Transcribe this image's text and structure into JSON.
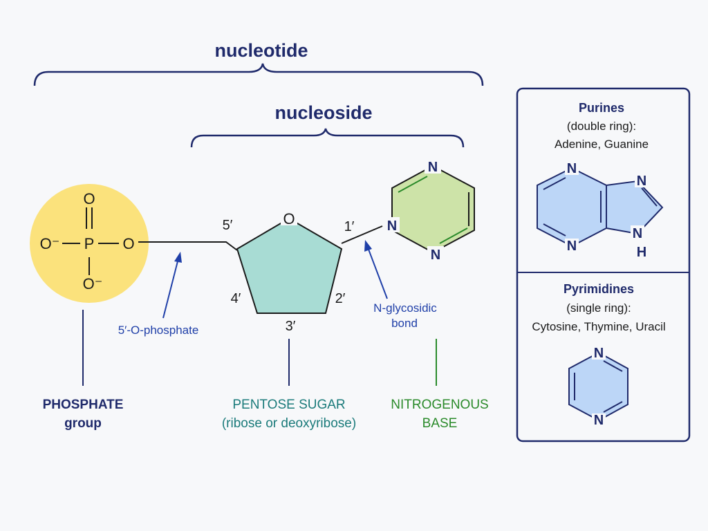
{
  "colors": {
    "navy": "#1f2a6b",
    "phosphate_fill": "#fbe27c",
    "sugar_fill": "#a8dcd4",
    "base_fill": "#cde3a8",
    "ring_fill": "#bcd6f7",
    "teal_text": "#1a7a7a",
    "green_text": "#2a8a2a",
    "arrow_blue": "#1f3fa8"
  },
  "brackets": {
    "nucleotide": "nucleotide",
    "nucleoside": "nucleoside"
  },
  "phosphate": {
    "atom_top_o": "O",
    "atom_left_o": "O⁻",
    "atom_p": "P",
    "atom_right_o": "O",
    "atom_bottom_o": "O⁻",
    "caption_line1": "PHOSPHATE",
    "caption_line2": "group"
  },
  "sugar": {
    "ring_o": "O",
    "pos_5": "5′",
    "pos_4": "4′",
    "pos_3": "3′",
    "pos_2": "2′",
    "pos_1": "1′",
    "caption_line1": "PENTOSE SUGAR",
    "caption_line2": "(ribose or deoxyribose)"
  },
  "base": {
    "n_top": "N",
    "n_left": "N",
    "n_bottom": "N",
    "caption_line1": "NITROGENOUS",
    "caption_line2": "BASE"
  },
  "annotations": {
    "phosphate_link": "5′-O-phosphate",
    "glycosidic_line1": "N-glycosidic",
    "glycosidic_line2": "bond"
  },
  "panel_purines": {
    "title": "Purines",
    "subtitle": "(double ring):",
    "examples": "Adenine, Guanine",
    "n_top": "N",
    "n_bottom": "N",
    "n_right_top": "N",
    "n_right_bottom": "N",
    "h_label": "H"
  },
  "panel_pyrimidines": {
    "title": "Pyrimidines",
    "subtitle": "(single ring):",
    "examples": "Cytosine, Thymine, Uracil",
    "n_top": "N",
    "n_bottom": "N"
  }
}
